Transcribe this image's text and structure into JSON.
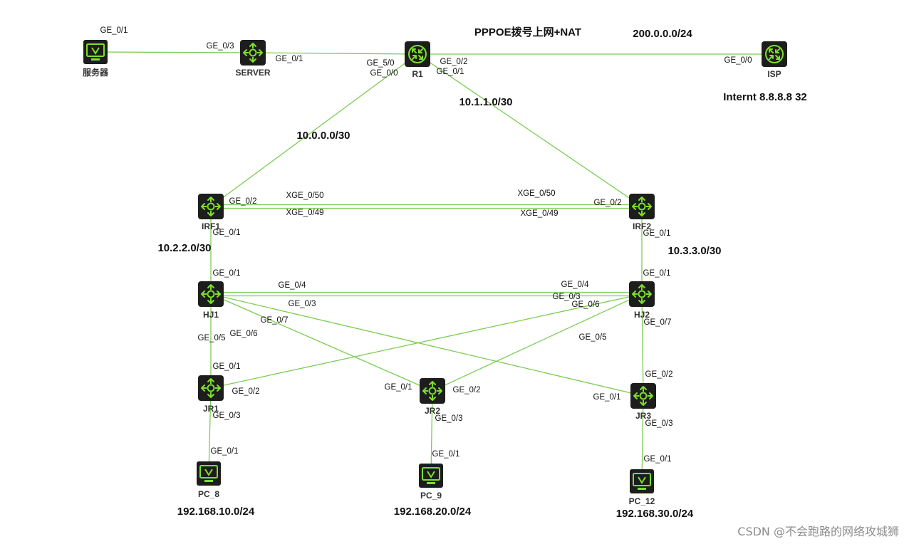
{
  "colors": {
    "link": "#7ccc52",
    "device_body": "#1d1d1d",
    "device_glyph": "#7de02b"
  },
  "devices": [
    {
      "id": "server-pc",
      "label": "服务器",
      "type": "pc",
      "icon": "monitor-icon"
    },
    {
      "id": "server-sw",
      "label": "SERVER",
      "type": "switch",
      "icon": "switch-icon"
    },
    {
      "id": "r1",
      "label": "R1",
      "type": "router",
      "icon": "router-icon"
    },
    {
      "id": "isp",
      "label": "ISP",
      "type": "router",
      "icon": "router-icon"
    },
    {
      "id": "irf1",
      "label": "IRF1",
      "type": "switch",
      "icon": "switch-icon"
    },
    {
      "id": "irf2",
      "label": "IRF2",
      "type": "switch",
      "icon": "switch-icon"
    },
    {
      "id": "hj1",
      "label": "HJ1",
      "type": "switch",
      "icon": "switch-icon"
    },
    {
      "id": "hj2",
      "label": "HJ2",
      "type": "switch",
      "icon": "switch-icon"
    },
    {
      "id": "jr1",
      "label": "JR1",
      "type": "switch",
      "icon": "switch-icon"
    },
    {
      "id": "jr2",
      "label": "JR2",
      "type": "switch",
      "icon": "switch-icon"
    },
    {
      "id": "jr3",
      "label": "JR3",
      "type": "switch",
      "icon": "switch-icon"
    },
    {
      "id": "pc8",
      "label": "PC_8",
      "type": "pc",
      "icon": "monitor-icon"
    },
    {
      "id": "pc9",
      "label": "PC_9",
      "type": "pc",
      "icon": "monitor-icon"
    },
    {
      "id": "pc12",
      "label": "PC_12",
      "type": "pc",
      "icon": "monitor-icon"
    }
  ],
  "links": [
    {
      "from": "server-pc",
      "to": "server-sw"
    },
    {
      "from": "server-sw",
      "to": "r1"
    },
    {
      "from": "r1",
      "to": "isp"
    },
    {
      "from": "r1",
      "to": "irf1"
    },
    {
      "from": "r1",
      "to": "irf2"
    },
    {
      "from": "irf1",
      "to": "irf2",
      "lane": "a"
    },
    {
      "from": "irf1",
      "to": "irf2",
      "lane": "b"
    },
    {
      "from": "irf1",
      "to": "hj1"
    },
    {
      "from": "irf2",
      "to": "hj2"
    },
    {
      "from": "hj1",
      "to": "hj2",
      "lane": "a"
    },
    {
      "from": "hj1",
      "to": "hj2",
      "lane": "b"
    },
    {
      "from": "hj1",
      "to": "jr1"
    },
    {
      "from": "hj1",
      "to": "jr2"
    },
    {
      "from": "hj1",
      "to": "jr3"
    },
    {
      "from": "hj2",
      "to": "jr1"
    },
    {
      "from": "hj2",
      "to": "jr2"
    },
    {
      "from": "hj2",
      "to": "jr3"
    },
    {
      "from": "jr1",
      "to": "pc8"
    },
    {
      "from": "jr2",
      "to": "pc9"
    },
    {
      "from": "jr3",
      "to": "pc12"
    }
  ],
  "port_labels": [
    {
      "id": "server-pc-ge01",
      "text": "GE_0/1"
    },
    {
      "id": "server-sw-ge03",
      "text": "GE_0/3"
    },
    {
      "id": "server-sw-ge01",
      "text": "GE_0/1"
    },
    {
      "id": "r1-ge50",
      "text": "GE_5/0"
    },
    {
      "id": "r1-ge00",
      "text": "GE_0/0"
    },
    {
      "id": "r1-ge02",
      "text": "GE_0/2"
    },
    {
      "id": "r1-ge01",
      "text": "GE_0/1"
    },
    {
      "id": "isp-ge00",
      "text": "GE_0/0"
    },
    {
      "id": "irf1-ge02",
      "text": "GE_0/2"
    },
    {
      "id": "irf1-xge050",
      "text": "XGE_0/50"
    },
    {
      "id": "irf1-xge049",
      "text": "XGE_0/49"
    },
    {
      "id": "irf2-xge050",
      "text": "XGE_0/50"
    },
    {
      "id": "irf2-xge049",
      "text": "XGE_0/49"
    },
    {
      "id": "irf2-ge02",
      "text": "GE_0/2"
    },
    {
      "id": "irf1-ge01",
      "text": "GE_0/1"
    },
    {
      "id": "irf2-ge01",
      "text": "GE_0/1"
    },
    {
      "id": "hj1-ge01",
      "text": "GE_0/1"
    },
    {
      "id": "hj2-ge01",
      "text": "GE_0/1"
    },
    {
      "id": "hj1-ge04",
      "text": "GE_0/4"
    },
    {
      "id": "hj1-ge03",
      "text": "GE_0/3"
    },
    {
      "id": "hj2-ge04",
      "text": "GE_0/4"
    },
    {
      "id": "hj2-ge03",
      "text": "GE_0/3"
    },
    {
      "id": "hj2-ge06",
      "text": "GE_0/6"
    },
    {
      "id": "hj1-ge07",
      "text": "GE_0/7"
    },
    {
      "id": "hj1-ge05",
      "text": "GE_0/5"
    },
    {
      "id": "hj1-ge06",
      "text": "GE_0/6"
    },
    {
      "id": "hj2-ge07",
      "text": "GE_0/7"
    },
    {
      "id": "hj2-ge05",
      "text": "GE_0/5"
    },
    {
      "id": "jr1-ge01",
      "text": "GE_0/1"
    },
    {
      "id": "jr1-ge02",
      "text": "GE_0/2"
    },
    {
      "id": "jr1-ge03",
      "text": "GE_0/3"
    },
    {
      "id": "jr2-ge01",
      "text": "GE_0/1"
    },
    {
      "id": "jr2-ge02",
      "text": "GE_0/2"
    },
    {
      "id": "jr2-ge03",
      "text": "GE_0/3"
    },
    {
      "id": "jr3-ge02",
      "text": "GE_0/2"
    },
    {
      "id": "jr3-ge01",
      "text": "GE_0/1"
    },
    {
      "id": "jr3-ge03",
      "text": "GE_0/3"
    },
    {
      "id": "pc8-ge01",
      "text": "GE_0/1"
    },
    {
      "id": "pc9-ge01",
      "text": "GE_0/1"
    },
    {
      "id": "pc12-ge01",
      "text": "GE_0/1"
    }
  ],
  "network_labels": [
    {
      "id": "title",
      "text": "PPPOE拨号上网+NAT"
    },
    {
      "id": "wan",
      "text": "200.0.0.0/24"
    },
    {
      "id": "internet",
      "text": "Internt 8.8.8.8 32"
    },
    {
      "id": "r1-irf2-net",
      "text": "10.1.1.0/30"
    },
    {
      "id": "r1-irf1-net",
      "text": "10.0.0.0/30"
    },
    {
      "id": "irf1-hj1-net",
      "text": "10.2.2.0/30"
    },
    {
      "id": "irf2-hj2-net",
      "text": "10.3.3.0/30"
    },
    {
      "id": "vlan10-net",
      "text": "192.168.10.0/24"
    },
    {
      "id": "vlan20-net",
      "text": "192.168.20.0/24"
    },
    {
      "id": "vlan30-net",
      "text": "192.168.30.0/24"
    }
  ],
  "watermark": "CSDN @不会跑路的网络攻城狮"
}
